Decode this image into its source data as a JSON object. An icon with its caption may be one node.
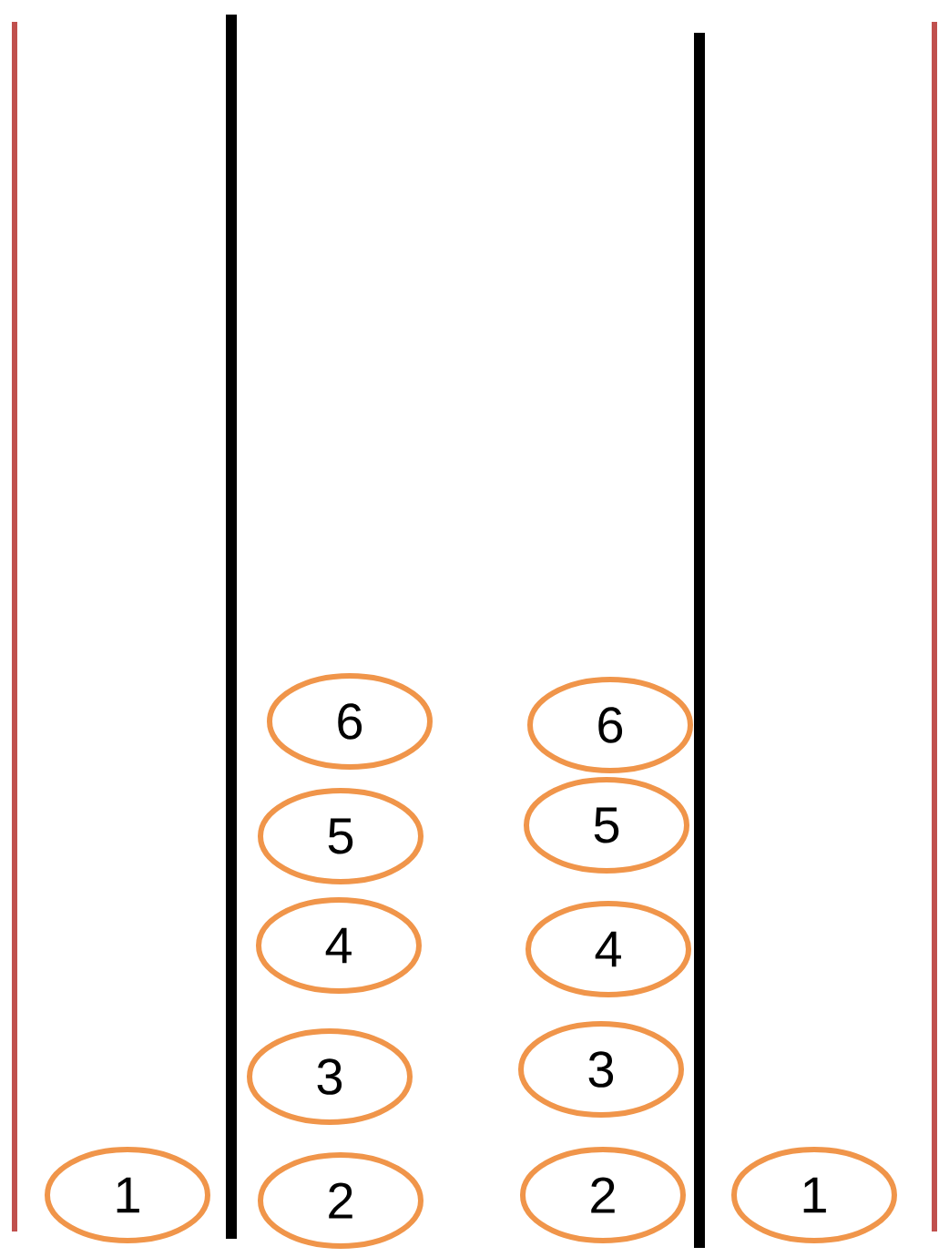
{
  "diagram": {
    "nodes": [
      {
        "text": [
          "6"
        ]
      },
      {
        "text": [
          "6"
        ]
      },
      {
        "text": [
          "5"
        ]
      },
      {
        "text": [
          "5"
        ]
      },
      {
        "text": [
          "4"
        ]
      },
      {
        "text": [
          "4"
        ]
      },
      {
        "text": [
          "3"
        ]
      },
      {
        "text": [
          "3"
        ]
      },
      {
        "text": [
          "1"
        ]
      },
      {
        "text": [
          "2"
        ]
      },
      {
        "text": [
          "2"
        ]
      },
      {
        "text": [
          "1"
        ]
      }
    ]
  }
}
